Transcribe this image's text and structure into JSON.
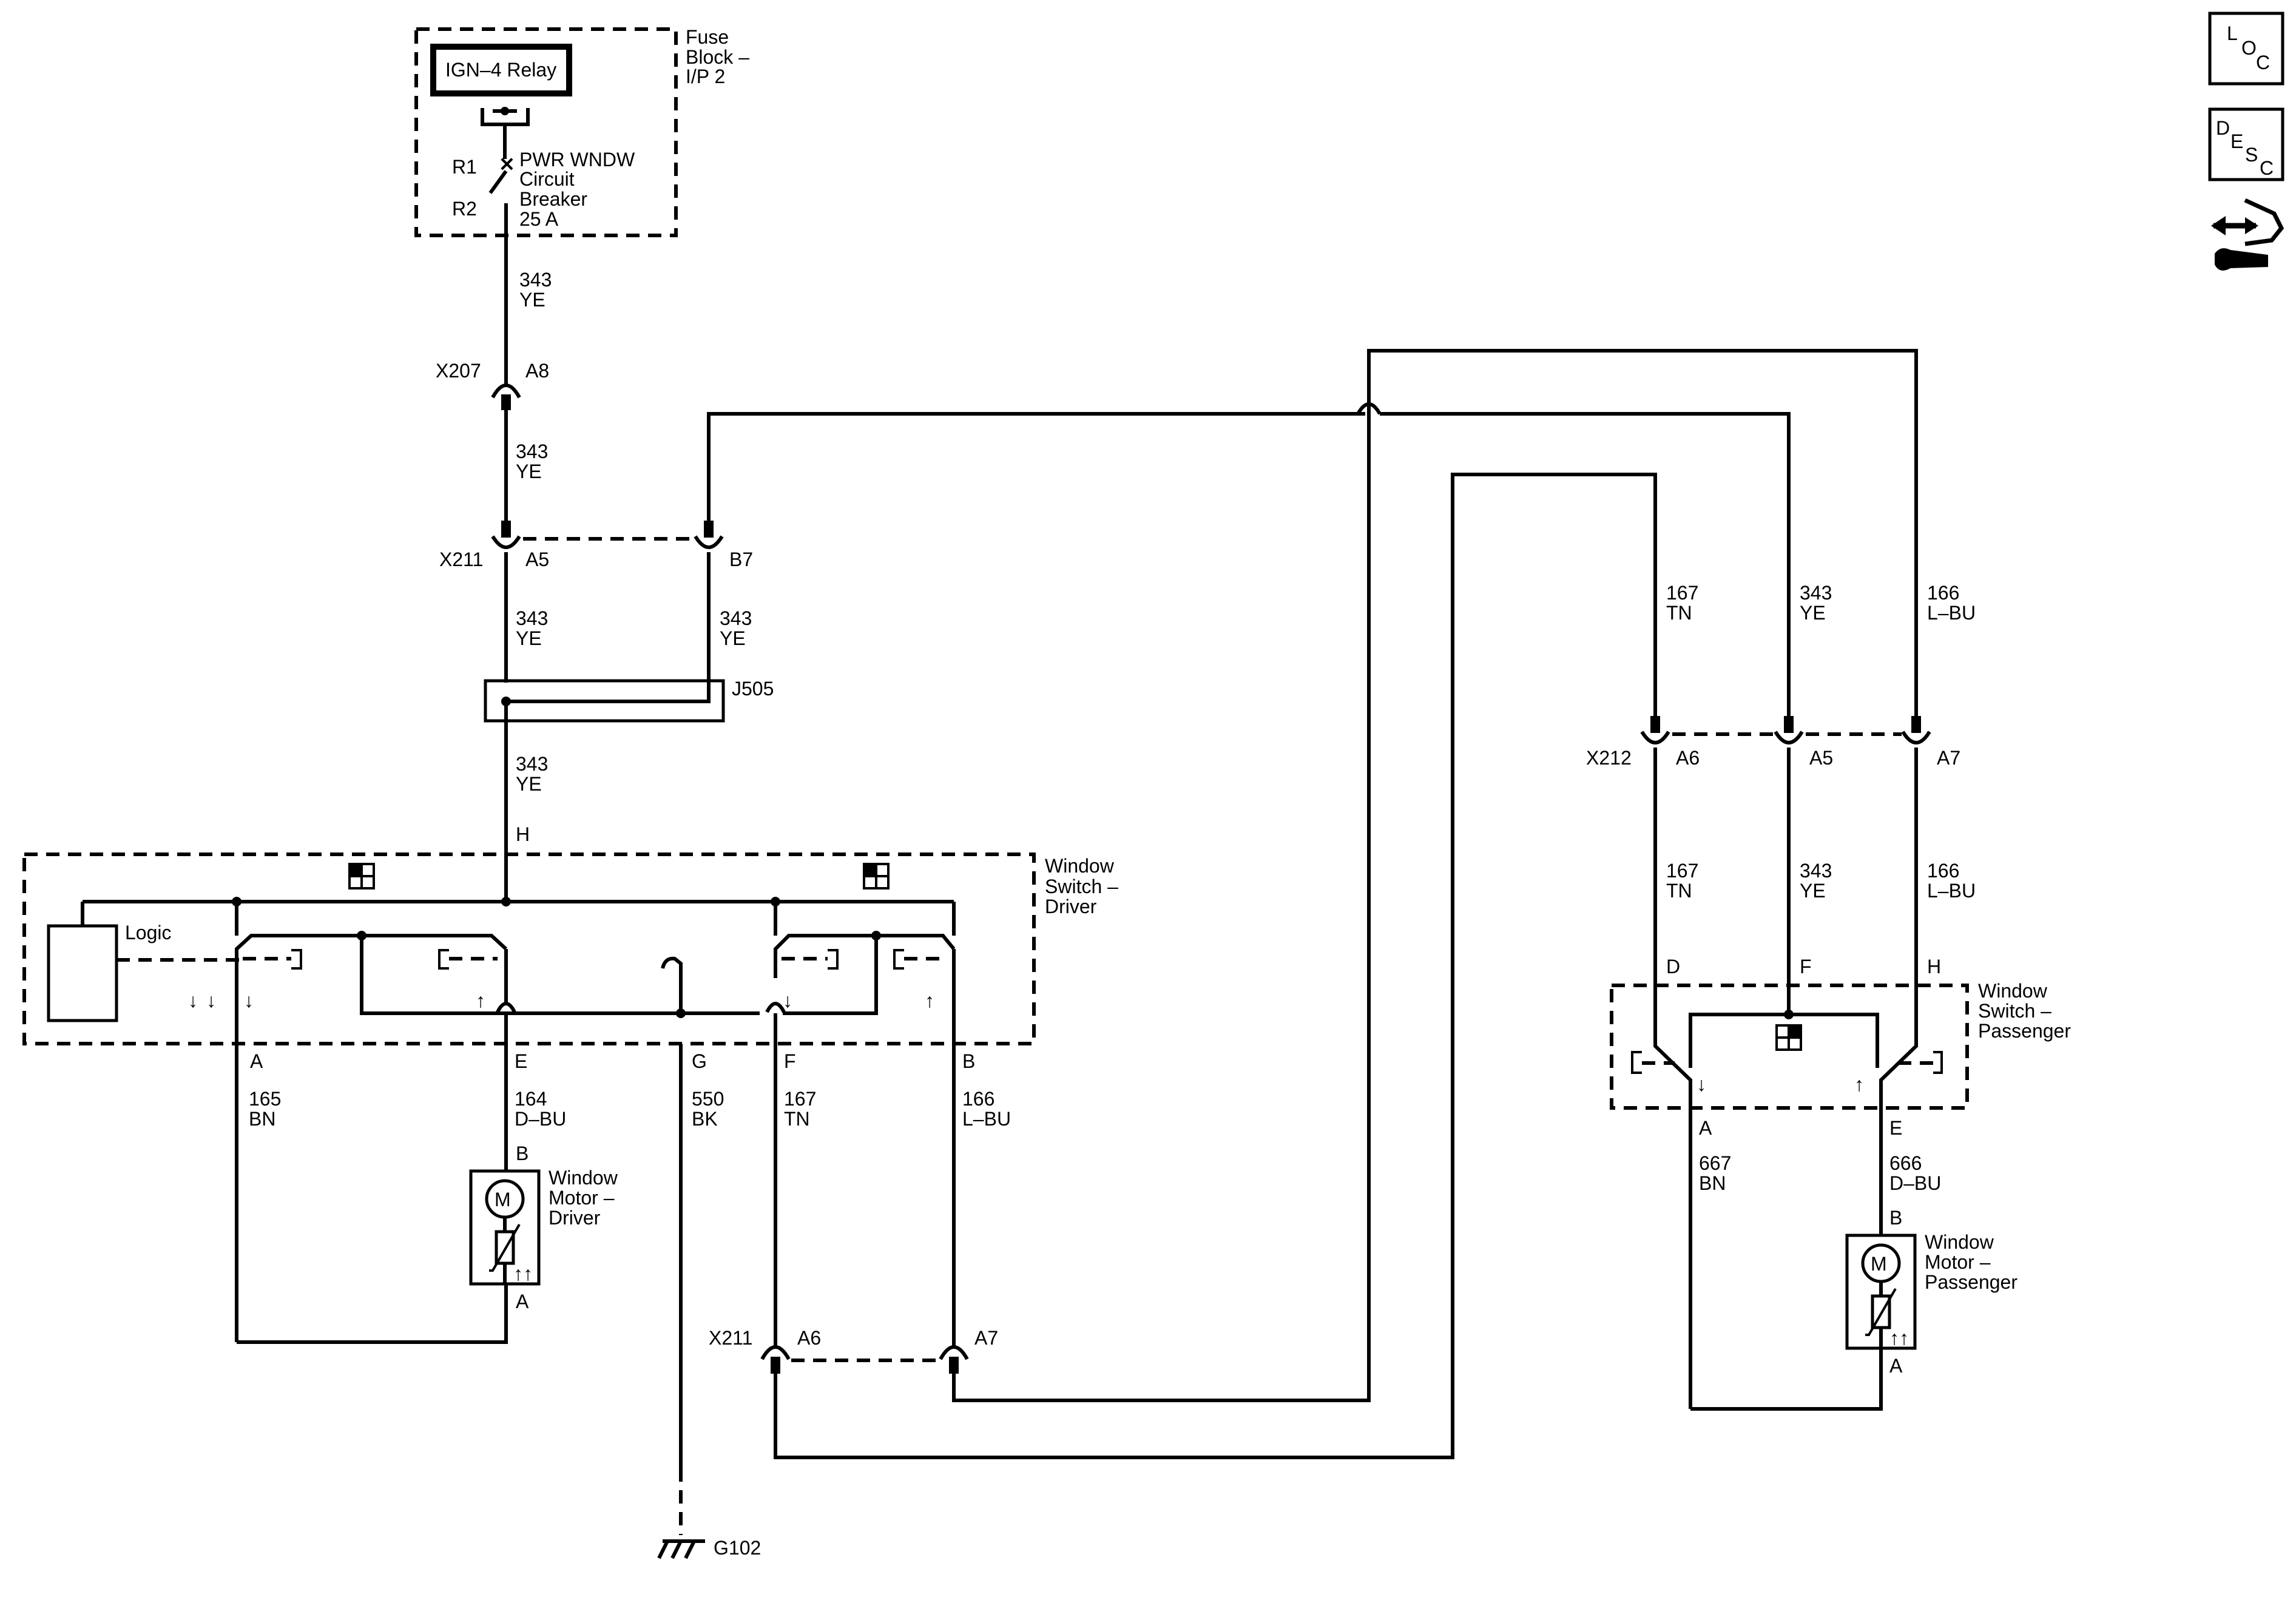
{
  "fuse_block": {
    "title_lines": [
      "Fuse",
      "Block –",
      "I/P 2"
    ],
    "relay": "IGN–4 Relay",
    "r1": "R1",
    "r2": "R2",
    "breaker_lines": [
      "PWR WNDW",
      "Circuit",
      "Breaker",
      "25 A"
    ]
  },
  "connectors": {
    "x207": "X207",
    "x207_pin": "A8",
    "x211": "X211",
    "x211_a5": "A5",
    "x211_b7": "B7",
    "x211_lower": "X211",
    "x211_a6": "A6",
    "x211_a7": "A7",
    "x212": "X212",
    "x212_a6": "A6",
    "x212_a5": "A5",
    "x212_a7": "A7",
    "j505": "J505"
  },
  "wires": {
    "w343_top": [
      "343",
      "YE"
    ],
    "w343_mid": [
      "343",
      "YE"
    ],
    "w343_left": [
      "343",
      "YE"
    ],
    "w343_b7": [
      "343",
      "YE"
    ],
    "w343_j505": [
      "343",
      "YE"
    ],
    "w165": [
      "165",
      "BN"
    ],
    "w164": [
      "164",
      "D–BU"
    ],
    "w550": [
      "550",
      "BK"
    ],
    "w167": [
      "167",
      "TN"
    ],
    "w166": [
      "166",
      "L–BU"
    ],
    "w167_right_top": [
      "167",
      "TN"
    ],
    "w343_right_top": [
      "343",
      "YE"
    ],
    "w166_right_top": [
      "166",
      "L–BU"
    ],
    "w167_right_bot": [
      "167",
      "TN"
    ],
    "w343_right_bot": [
      "343",
      "YE"
    ],
    "w166_right_bot": [
      "166",
      "L–BU"
    ],
    "w667": [
      "667",
      "BN"
    ],
    "w666": [
      "666",
      "D–BU"
    ]
  },
  "driver_switch": {
    "title_lines": [
      "Window",
      "Switch –",
      "Driver"
    ],
    "logic": "Logic",
    "pin_h": "H",
    "pin_a": "A",
    "pin_e": "E",
    "pin_g": "G",
    "pin_f": "F",
    "pin_b": "B"
  },
  "driver_motor": {
    "title_lines": [
      "Window",
      "Motor –",
      "Driver"
    ],
    "m": "M",
    "pin_b": "B",
    "pin_a": "A"
  },
  "passenger_switch": {
    "title_lines": [
      "Window",
      "Switch –",
      "Passenger"
    ],
    "pin_d": "D",
    "pin_f": "F",
    "pin_h": "H",
    "pin_a": "A",
    "pin_e": "E"
  },
  "passenger_motor": {
    "title_lines": [
      "Window",
      "Motor –",
      "Passenger"
    ],
    "m": "M",
    "pin_b": "B",
    "pin_a": "A"
  },
  "ground": "G102",
  "side_icons": {
    "loc": [
      "L",
      "O",
      "C"
    ],
    "desc": [
      "D",
      "E",
      "S",
      "C"
    ],
    "nav_icon": "schematic-navigation-icon"
  }
}
